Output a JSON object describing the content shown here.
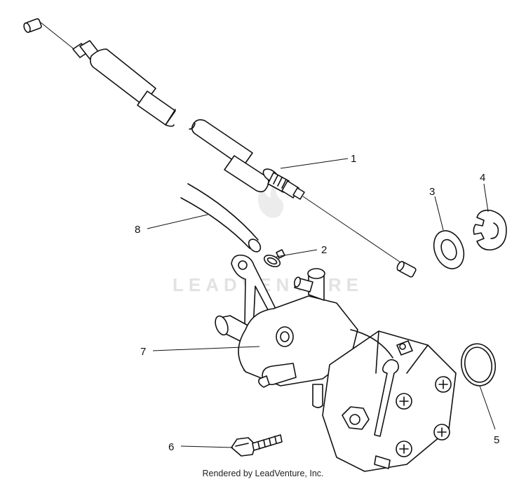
{
  "watermark": "LEADVENTURE",
  "footer": "Rendered by LeadVenture, Inc.",
  "callouts": [
    {
      "id": "1",
      "label": "1"
    },
    {
      "id": "2",
      "label": "2"
    },
    {
      "id": "3",
      "label": "3"
    },
    {
      "id": "4",
      "label": "4"
    },
    {
      "id": "5",
      "label": "5"
    },
    {
      "id": "6",
      "label": "6"
    },
    {
      "id": "7",
      "label": "7"
    },
    {
      "id": "8",
      "label": "8"
    }
  ]
}
